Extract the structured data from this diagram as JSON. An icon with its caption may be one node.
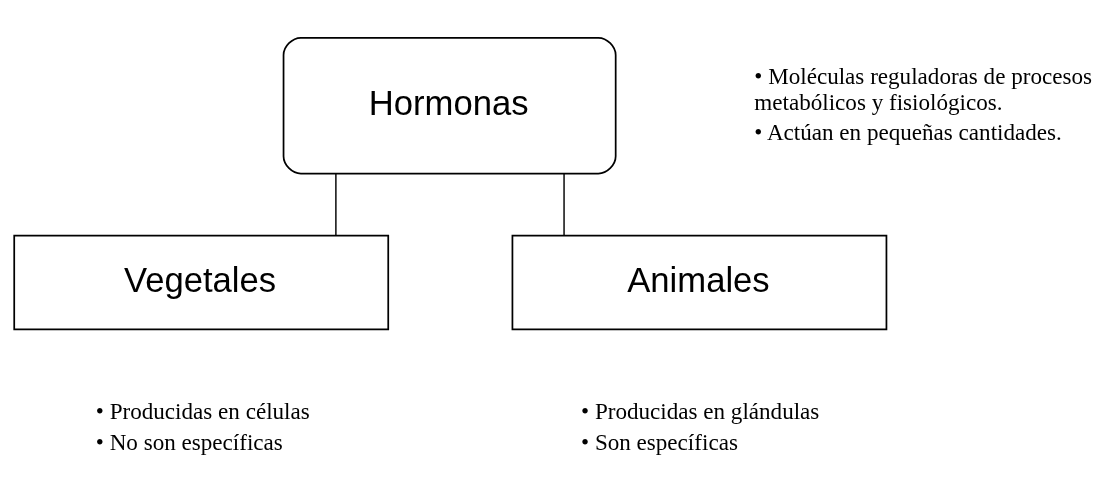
{
  "diagram": {
    "nodes": [
      {
        "text": [
          "Hormonas"
        ],
        "beside": [
          "• Moléculas reguladoras de procesos metabólicos y fisiológicos.",
          "• Actúan en pequeñas cantidades."
        ]
      },
      {
        "text": [
          "Vegetales"
        ],
        "beside": [
          "• Producidas en células",
          "• No son específicas"
        ]
      },
      {
        "text": [
          "Animales"
        ],
        "beside": [
          "• Producidas en glándulas",
          "• Son específicas"
        ]
      }
    ],
    "edges": [
      {
        "from": 0,
        "to": 1,
        "arrow": "none"
      },
      {
        "from": 0,
        "to": 2,
        "arrow": "none"
      }
    ]
  }
}
